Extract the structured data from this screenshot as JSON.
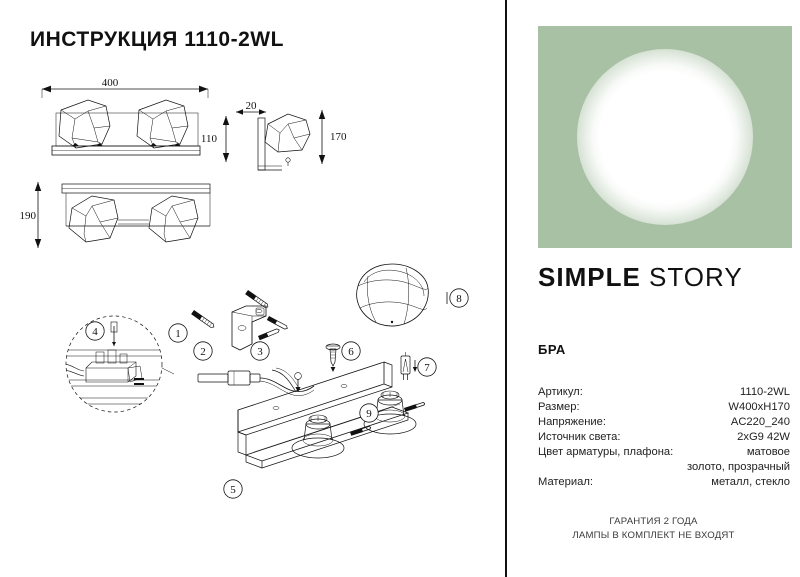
{
  "document": {
    "title": "ИНСТРУКЦИЯ 1110-2WL"
  },
  "brand": {
    "word_bold": "SIMPLE",
    "word_light": "STORY",
    "category": "БРА"
  },
  "hero": {
    "background_color": "#a8c1a4",
    "lamp_color": "#ffffff"
  },
  "specs": [
    {
      "label": "Артикул:",
      "value": "1110-2WL"
    },
    {
      "label": "Размер:",
      "value": "W400xH170"
    },
    {
      "label": "Напряжение:",
      "value": "AC220_240"
    },
    {
      "label": "Источник света:",
      "value": "2xG9 42W"
    },
    {
      "label": "Цвет арматуры, плафона:",
      "value": "матовое"
    },
    {
      "label": "Материал:",
      "value": "металл, стекло"
    }
  ],
  "specs_continuation": "золото, прозрачный",
  "footer": {
    "line1": "ГАРАНТИЯ 2 ГОДА",
    "line2": "ЛАМПЫ В КОМПЛЕКТ НЕ ВХОДЯТ"
  },
  "drawings": {
    "front_view": {
      "width_dim": "400",
      "height_dim": "110"
    },
    "side_view": {
      "depth_dim": "20",
      "height_dim": "170"
    },
    "top_view": {
      "depth_dim": "190"
    }
  },
  "callouts": [
    {
      "id": "1",
      "number": "1"
    },
    {
      "id": "2",
      "number": "2"
    },
    {
      "id": "3",
      "number": "3"
    },
    {
      "id": "4",
      "number": "4"
    },
    {
      "id": "5",
      "number": "5"
    },
    {
      "id": "6",
      "number": "6"
    },
    {
      "id": "7",
      "number": "7"
    },
    {
      "id": "8",
      "number": "8"
    },
    {
      "id": "9",
      "number": "9"
    }
  ]
}
